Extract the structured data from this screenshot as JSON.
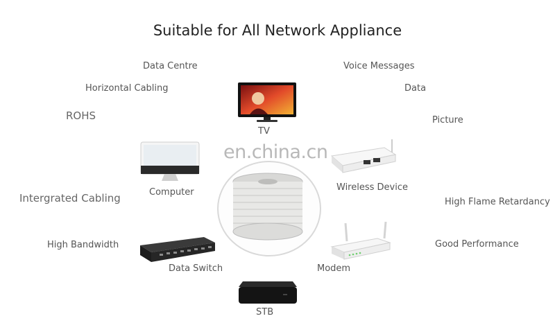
{
  "title": "Suitable for All Network Appliance",
  "watermark": "en.china.cn",
  "devices": {
    "tv": "TV",
    "computer": "Computer",
    "wireless": "Wireless Device",
    "switch": "Data Switch",
    "modem": "Modem",
    "stb": "STB"
  },
  "features_left": {
    "data_centre": "Data Centre",
    "horizontal_cabling": "Horizontal Cabling",
    "rohs": "ROHS",
    "integrated_cabling": "Intergrated Cabling",
    "high_bandwidth": "High Bandwidth"
  },
  "features_right": {
    "voice_messages": "Voice Messages",
    "data": "Data",
    "picture": "Picture",
    "high_flame": "High Flame Retardancy",
    "good_performance": "Good Performance"
  },
  "colors": {
    "cable_reel": "#e8e8e6",
    "tv_screen": "#c0392b",
    "device_dark": "#1c1c1c",
    "device_white": "#f2f2f2"
  }
}
